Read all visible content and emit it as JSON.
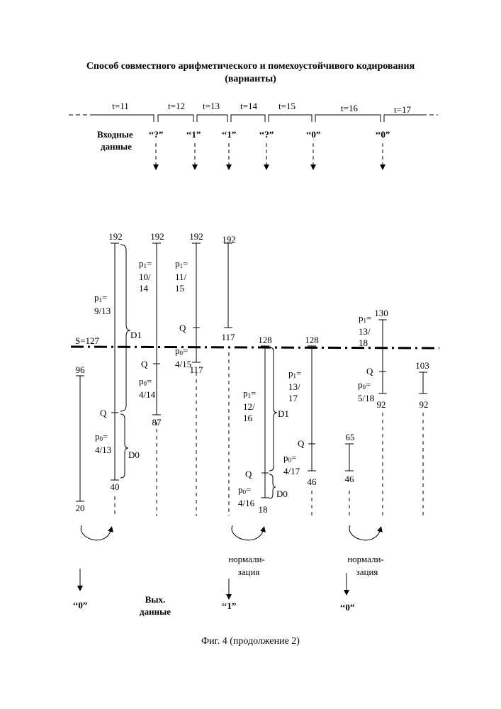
{
  "header": {
    "title_line1": "Способ совместного арифметического и помехоустойчивого кодирования",
    "title_line2": "(варианты)"
  },
  "timeline": {
    "steps": [
      "t=11",
      "t=12",
      "t=13",
      "t=14",
      "t=15",
      "t=16",
      "t=17"
    ],
    "input_label_1": "Входные",
    "input_label_2": "данные",
    "inputs": [
      "‘‘?”",
      "‘‘1”",
      "‘‘1”",
      "‘‘?”",
      "‘‘0”",
      "‘‘0”"
    ]
  },
  "threshold": {
    "label": "S=127"
  },
  "columns": {
    "c1": {
      "top": "96",
      "bottom": "20"
    },
    "c2": {
      "top": "192",
      "bottom": "40",
      "p1_a": "p",
      "p1_b": "1",
      "p1_c": "=",
      "p1_d": "9/13",
      "q": "Q",
      "p0_a": "p",
      "p0_b": "0",
      "p0_c": "=",
      "p0_d": "4/13",
      "d1": "D1",
      "d0": "D0"
    },
    "c3": {
      "top": "192",
      "bottom": "87",
      "p1_a": "p",
      "p1_b": "1",
      "p1_c": "=",
      "p1_d": "10/",
      "p1_e": "14",
      "q": "Q",
      "p0_a": "p",
      "p0_b": "0",
      "p0_c": "=",
      "p0_d": "4/14"
    },
    "c4": {
      "top": "192",
      "bottom": "117",
      "p1_a": "p",
      "p1_b": "1",
      "p1_c": "=",
      "p1_d": "11/",
      "p1_e": "15",
      "q": "Q",
      "p0_a": "p",
      "p0_b": "0",
      "p0_c": "=",
      "p0_d": "4/15"
    },
    "c5": {
      "top": "192",
      "bottom": "117"
    },
    "c6": {
      "top": "128",
      "bottom": "18",
      "p1_a": "p",
      "p1_b": "1",
      "p1_c": "=",
      "p1_d": "12/",
      "p1_e": "16",
      "q": "Q",
      "p0_a": "p",
      "p0_b": "0",
      "p0_c": "=",
      "p0_d": "4/16",
      "d1": "D1",
      "d0": "D0"
    },
    "c7": {
      "top": "128",
      "bottom": "46",
      "p1_a": "p",
      "p1_b": "1",
      "p1_c": "=",
      "p1_d": "13/",
      "p1_e": "17",
      "q": "Q",
      "p0_a": "p",
      "p0_b": "0",
      "p0_c": "=",
      "p0_d": "4/17"
    },
    "c8": {
      "top": "65",
      "bottom": "46"
    },
    "c9": {
      "top": "130",
      "bottom": "92",
      "p1_a": "p",
      "p1_b": "1",
      "p1_c": "=",
      "p1_d": "13/",
      "p1_e": "18",
      "q": "Q",
      "p0_a": "p",
      "p0_b": "0",
      "p0_c": "=",
      "p0_d": "5/18"
    },
    "c10": {
      "top": "103",
      "bottom": "92"
    }
  },
  "normalization": {
    "label_1": "нормали-",
    "label_2": "зация"
  },
  "outputs": {
    "label_1": "Вых.",
    "label_2": "данные",
    "values": [
      "‘‘0”",
      "‘‘1”",
      "‘‘0”"
    ]
  },
  "footer": {
    "caption": "Фиг. 4 (продолжение 2)"
  }
}
